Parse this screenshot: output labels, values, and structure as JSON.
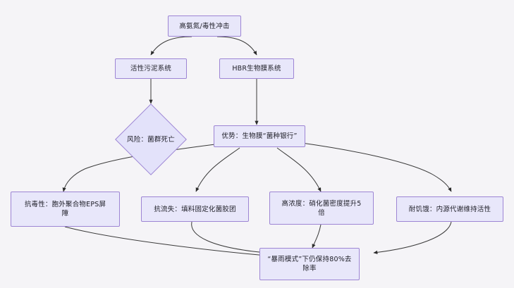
{
  "diagram": {
    "type": "flowchart",
    "direction": "top-down",
    "background_color": "#f5f4f7",
    "node_fill_color": "#e8e7fa",
    "node_border_color": "#9d85d4",
    "edge_color": "#333333",
    "text_color": "#1d1d26",
    "nodes": [
      {
        "id": "root",
        "label": "高氨氮/毒性冲击",
        "shape": "rect"
      },
      {
        "id": "activated_sludge",
        "label": "活性污泥系统",
        "shape": "rect"
      },
      {
        "id": "hbr_biofilm",
        "label": "HBR生物膜系统",
        "shape": "rect"
      },
      {
        "id": "risk",
        "label": "风险：菌群死亡",
        "shape": "diamond"
      },
      {
        "id": "advantage",
        "label": "优势：生物膜“菌种银行”",
        "shape": "rect"
      },
      {
        "id": "toxicity_resistance",
        "label": "抗毒性：胞外聚合物EPS屏\n障",
        "shape": "rect"
      },
      {
        "id": "washout_resistance",
        "label": "抗流失：填料固定化菌胶团",
        "shape": "rect"
      },
      {
        "id": "high_concentration",
        "label": "高浓度：硝化菌密度提升5\n倍",
        "shape": "rect"
      },
      {
        "id": "starvation_tolerance",
        "label": "耐饥饿：内源代谢维持活性",
        "shape": "rect"
      },
      {
        "id": "conclusion",
        "label": "“暴雨模式”下仍保持80%去\n除率",
        "shape": "rect"
      }
    ],
    "edges": [
      {
        "from": "root",
        "to": "activated_sludge"
      },
      {
        "from": "root",
        "to": "hbr_biofilm"
      },
      {
        "from": "activated_sludge",
        "to": "risk"
      },
      {
        "from": "hbr_biofilm",
        "to": "advantage"
      },
      {
        "from": "advantage",
        "to": "toxicity_resistance"
      },
      {
        "from": "advantage",
        "to": "washout_resistance"
      },
      {
        "from": "advantage",
        "to": "high_concentration"
      },
      {
        "from": "advantage",
        "to": "starvation_tolerance"
      },
      {
        "from": "toxicity_resistance",
        "to": "conclusion"
      },
      {
        "from": "washout_resistance",
        "to": "conclusion"
      },
      {
        "from": "high_concentration",
        "to": "conclusion"
      },
      {
        "from": "starvation_tolerance",
        "to": "conclusion"
      }
    ]
  }
}
